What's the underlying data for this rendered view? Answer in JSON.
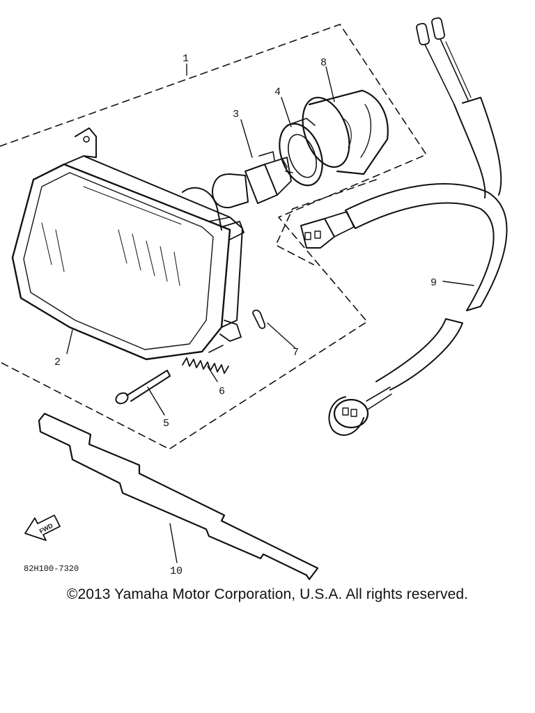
{
  "diagram": {
    "part_code": "82H100-7320",
    "fwd_label": "FWD",
    "callouts": [
      "1",
      "2",
      "3",
      "4",
      "5",
      "6",
      "7",
      "8",
      "9",
      "10"
    ]
  },
  "footer": {
    "copyright": "©2013 Yamaha Motor Corporation, U.S.A. All rights reserved."
  }
}
